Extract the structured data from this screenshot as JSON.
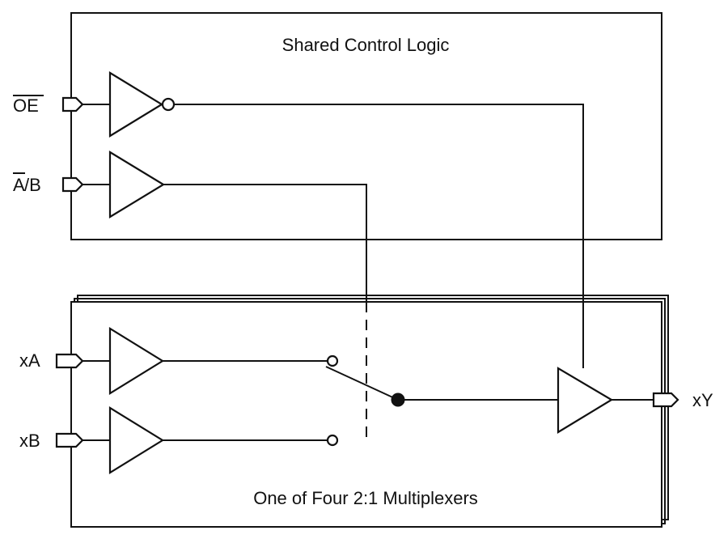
{
  "control_block": {
    "title": "Shared Control Logic"
  },
  "mux_block": {
    "title": "One of Four 2:1 Multiplexers"
  },
  "pins": {
    "oe": "OE",
    "ab_a": "A",
    "ab_rest": "/B",
    "xa": "xA",
    "xb": "xB",
    "xy": "xY"
  },
  "colors": {
    "line": "#111111",
    "background": "#ffffff"
  }
}
